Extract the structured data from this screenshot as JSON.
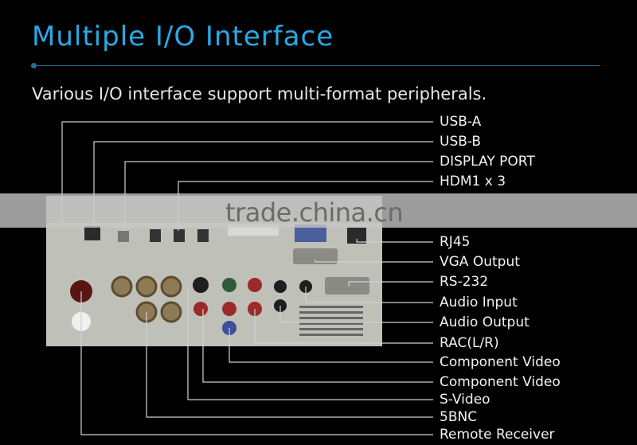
{
  "header": {
    "title": "Multiple I/O Interface",
    "subtitle": "Various I/O interface support multi-format peripherals."
  },
  "watermark": "trade.china.cn",
  "labels": [
    "USB-A",
    "USB-B",
    "DISPLAY PORT",
    "HDM1 x 3",
    "RJ45",
    "VGA Output",
    "RS-232",
    "Audio Input",
    "Audio Output",
    "RAC(L/R)",
    "Component Video",
    "Component Video",
    "S-Video",
    "5BNC",
    "Remote Receiver"
  ],
  "colors": {
    "title": "#29a9e6",
    "panel": "#bfc1b9",
    "background": "#000000"
  }
}
